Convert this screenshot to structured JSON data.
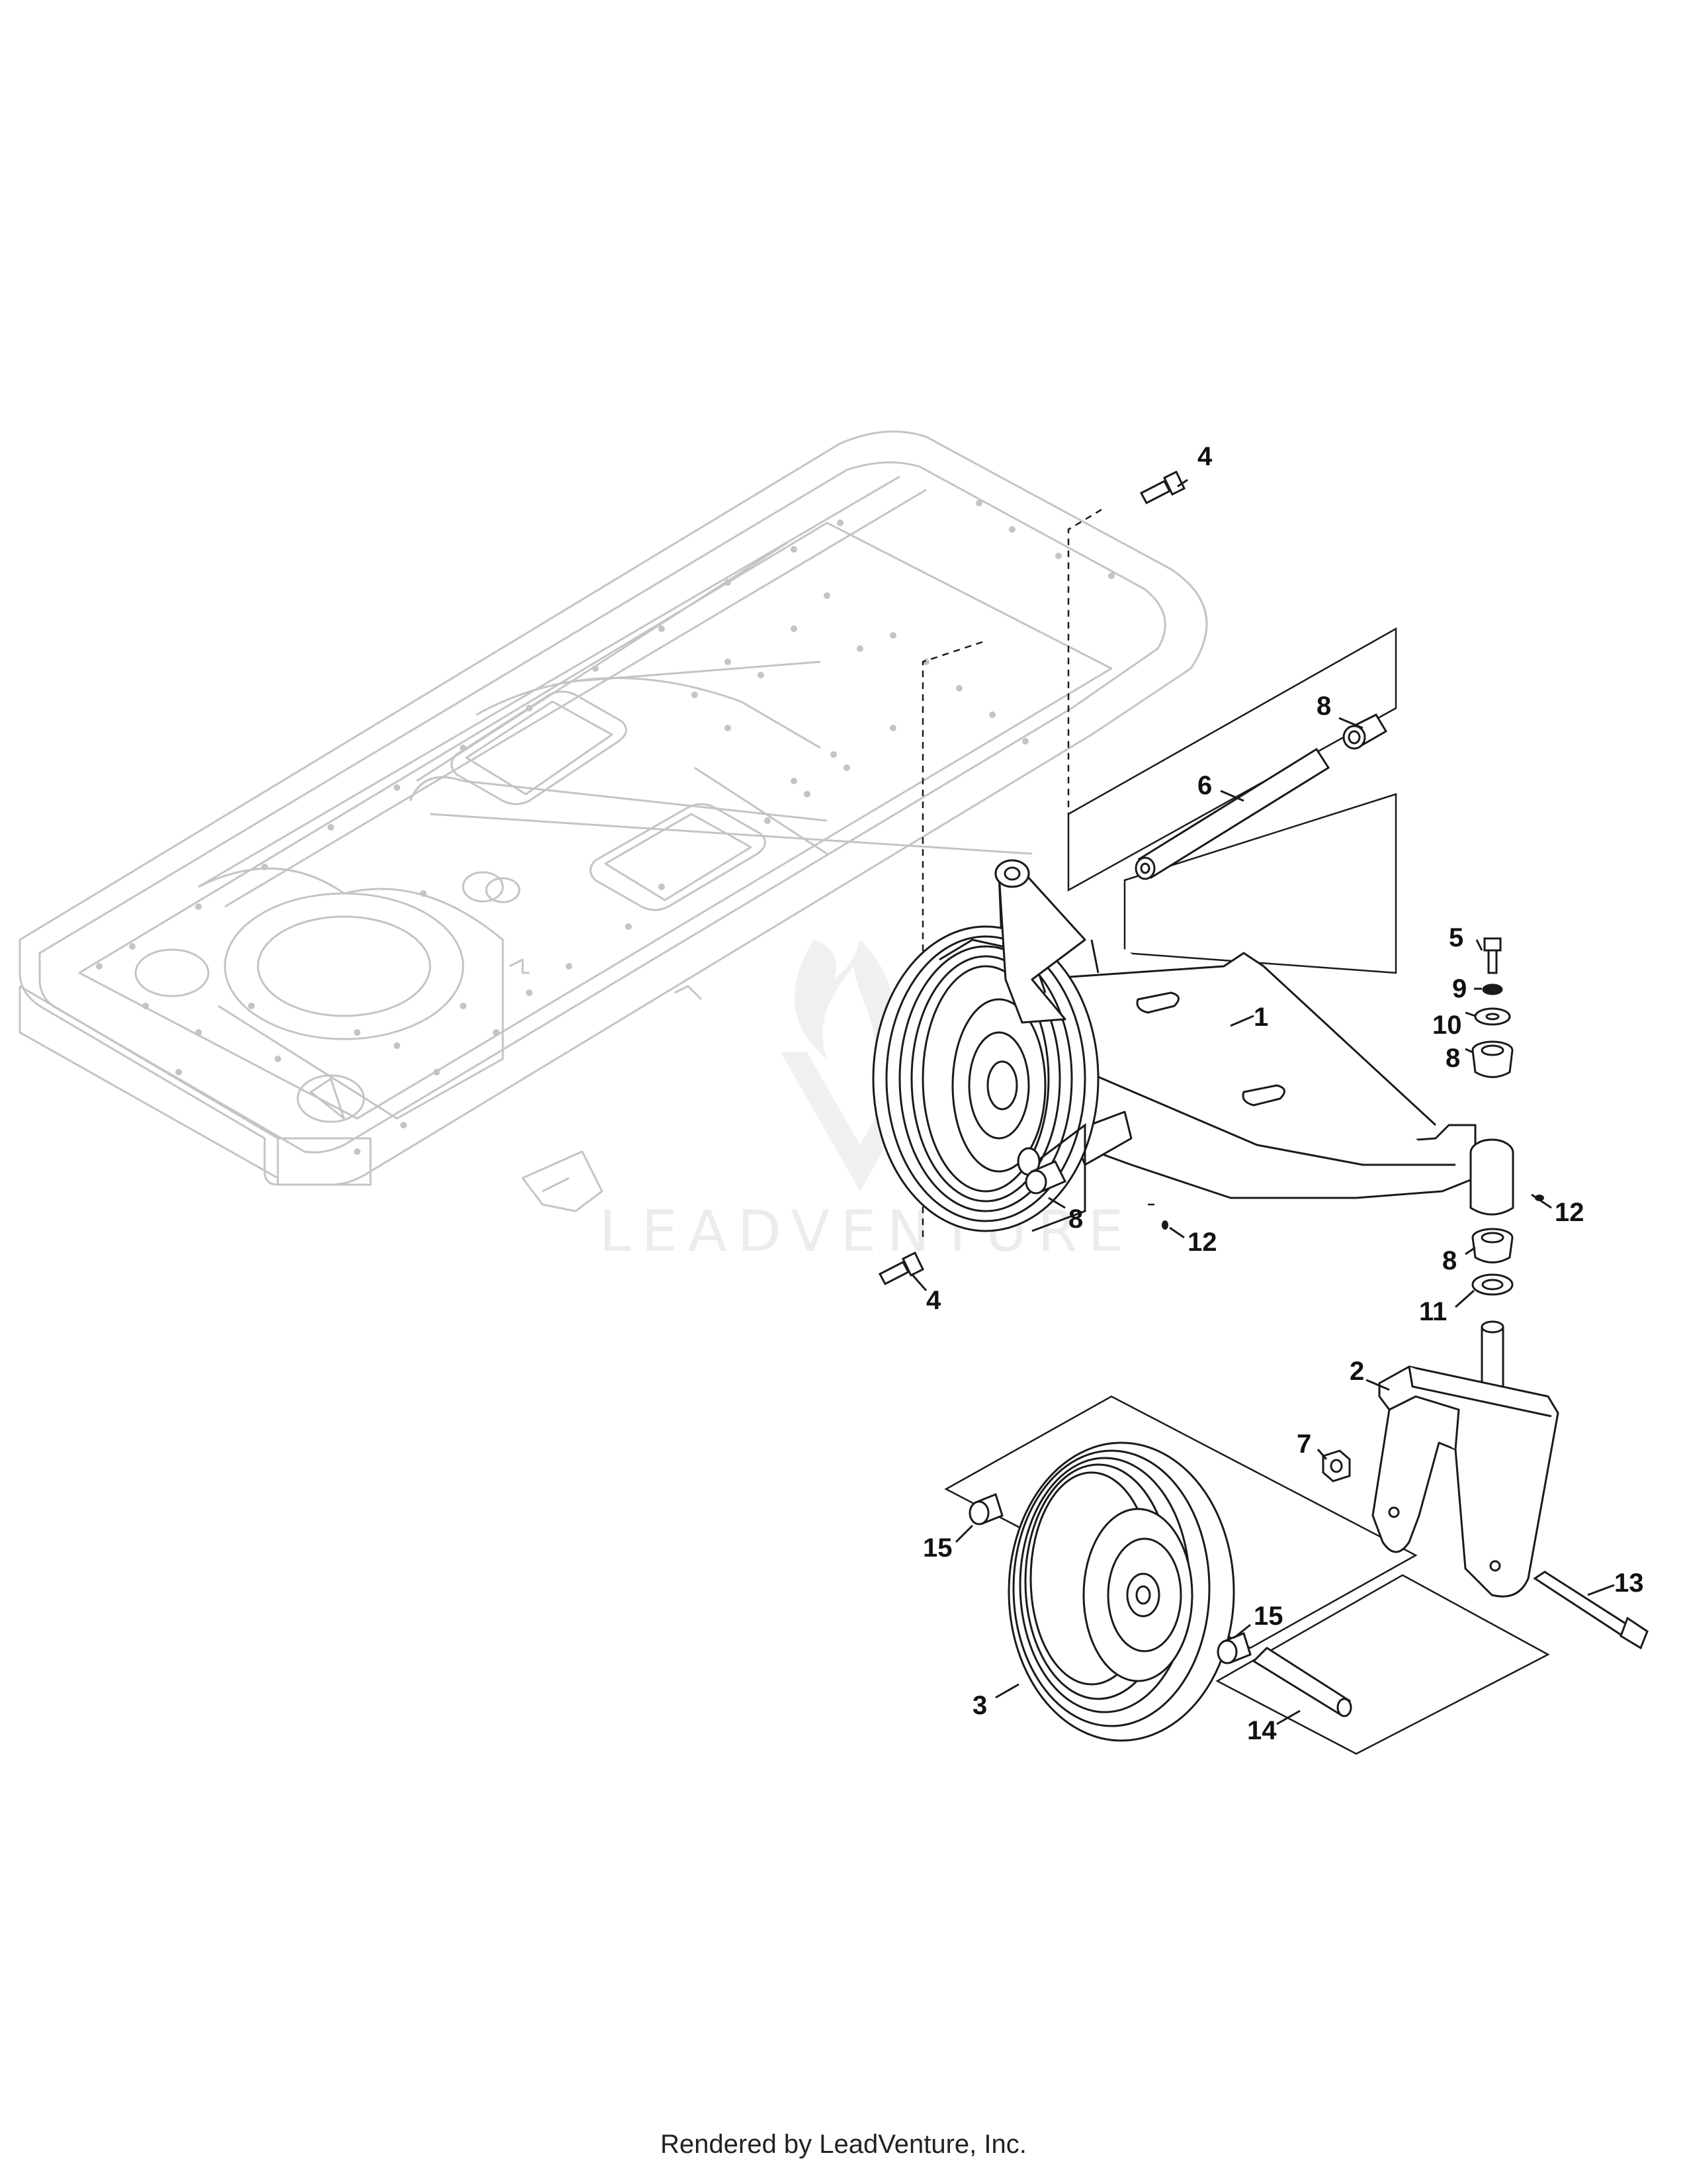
{
  "callouts": {
    "c4_top": "4",
    "c8_top": "8",
    "c6": "6",
    "c1": "1",
    "c5": "5",
    "c9": "9",
    "c10": "10",
    "c8_right_upper": "8",
    "c12_right": "12",
    "c8_center": "8",
    "c12_center": "12",
    "c4_bottom": "4",
    "c8_right_lower": "8",
    "c11": "11",
    "c2": "2",
    "c7": "7",
    "c15_left": "15",
    "c15_right": "15",
    "c13": "13",
    "c3": "3",
    "c14": "14"
  },
  "watermark": "LEADVENTURE",
  "footer": "Rendered by LeadVenture, Inc.",
  "colors": {
    "frame_lines": "#c4c4c4",
    "part_lines": "#1a1a1a",
    "leaders": "#1a1a1a",
    "watermark": "#ececec"
  }
}
